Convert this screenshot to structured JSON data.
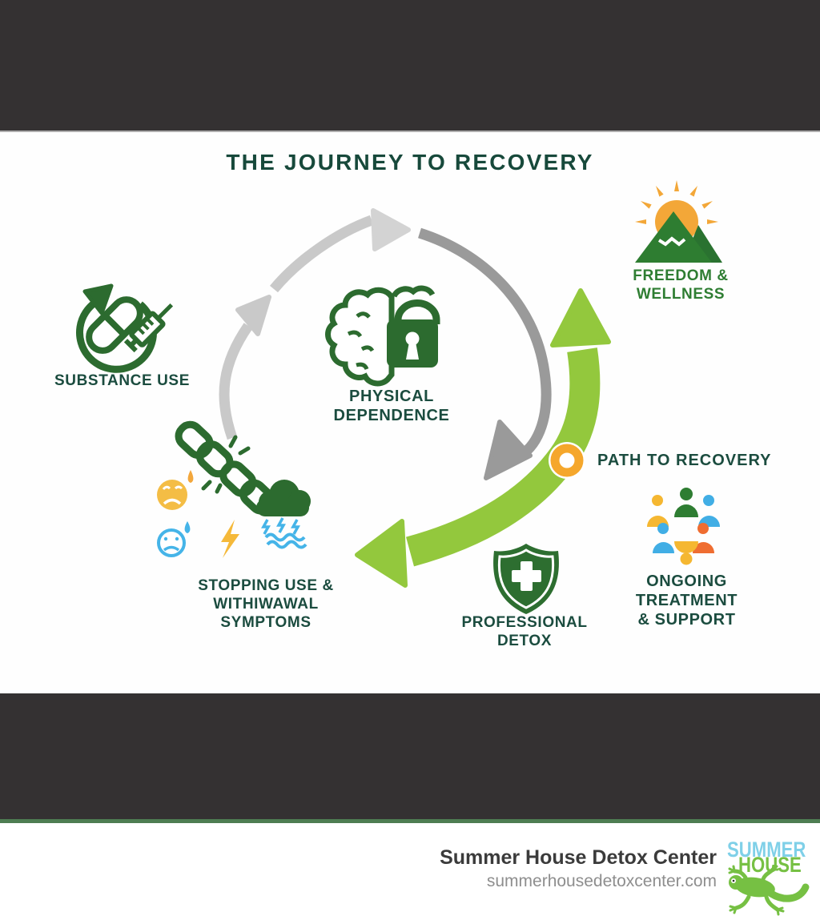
{
  "title": "THE JOURNEY TO RECOVERY",
  "colors": {
    "band_dark": "#343132",
    "teal_text": "#1b4c3f",
    "icon_green": "#2c6b2f",
    "wellness_green_text": "#2e7d32",
    "lime_arrow": "#93c83d",
    "gray_arc_light": "#c9c9c9",
    "gray_arc_dark": "#9a9a9a",
    "orange": "#f3a73c",
    "yellow": "#f5bc3c",
    "blue": "#45b4e8",
    "divider_green": "#4e7d52",
    "logo_blue": "#7fd0e8",
    "logo_green": "#76c043"
  },
  "nodes": {
    "substance_use": {
      "label": "SUBSTANCE USE"
    },
    "physical_dependence": {
      "lines": [
        "PHYSICAL",
        "DEPENDENCE"
      ]
    },
    "freedom_wellness": {
      "lines": [
        "FREEDOM &",
        "WELLNESS"
      ]
    },
    "path_to_recovery": {
      "label": "PATH TO RECOVERY"
    },
    "stopping_use": {
      "lines": [
        "STOPPING USE &",
        "WITHIWAWAL",
        "SYMPTOMS"
      ]
    },
    "professional_detox": {
      "lines": [
        "PROFESSIONAL",
        "DETOX"
      ]
    },
    "ongoing_treatment": {
      "lines": [
        "ONGOING",
        "TREATMENT",
        "& SUPPORT"
      ]
    }
  },
  "footer": {
    "org_name": "Summer House Detox Center",
    "website": "summerhousedetoxcenter.com",
    "logo": {
      "line1": "SUMMER",
      "line2": "HOUSE"
    }
  }
}
